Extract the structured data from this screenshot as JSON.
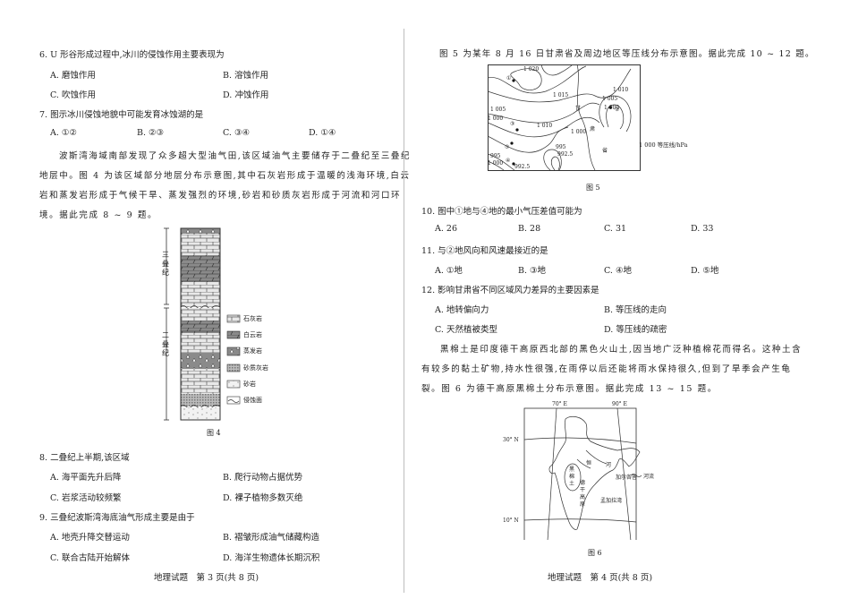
{
  "left_page": {
    "q6": {
      "stem": "6. U 形谷形成过程中,冰川的侵蚀作用主要表现为",
      "options": [
        "A. 磨蚀作用",
        "B. 溶蚀作用",
        "C. 吹蚀作用",
        "D. 冲蚀作用"
      ]
    },
    "q7": {
      "stem": "7. 图示冰川侵蚀地貌中可能发育冰蚀湖的是",
      "options": [
        "A. ①②",
        "B. ②③",
        "C. ③④",
        "D. ①④"
      ]
    },
    "passage_8_9": [
      "波斯湾海域南部发现了众多超大型油气田,该区域油气主要储存于二叠纪至三叠纪",
      "地层中。图 4 为该区域部分地层分布示意图,其中石灰岩形成于温暖的浅海环境,白云",
      "岩和蒸发岩形成于气候干旱、蒸发强烈的环境,砂岩和砂质灰岩形成于河流和河口环",
      "境。据此完成 8 ~ 9 题。"
    ],
    "figure4": {
      "caption": "图 4",
      "period_labels": [
        {
          "label": "三叠纪"
        },
        {
          "label": "二叠纪"
        }
      ],
      "legend": [
        {
          "label": "石灰岩",
          "pattern": "limestone"
        },
        {
          "label": "白云岩",
          "pattern": "dolomite"
        },
        {
          "label": "蒸发岩",
          "pattern": "evaporite"
        },
        {
          "label": "砂质灰岩",
          "pattern": "sandy-limestone"
        },
        {
          "label": "砂岩",
          "pattern": "sandstone"
        },
        {
          "label": "侵蚀面",
          "pattern": "erosion-surface"
        }
      ]
    },
    "q8": {
      "stem": "8. 二叠纪上半期,该区域",
      "options": [
        "A. 海平面先升后降",
        "B. 爬行动物占据优势",
        "C. 岩浆活动较频繁",
        "D. 裸子植物多数灭绝"
      ]
    },
    "q9": {
      "stem": "9. 三叠纪波斯湾海底油气形成主要是由于",
      "options": [
        "A. 地壳升降交替运动",
        "B. 褶皱形成油气储藏构造",
        "C. 联合古陆开始解体",
        "D. 海洋生物遗体长期沉积"
      ]
    },
    "footer": "地理试题　第 3 页(共 8 页)"
  },
  "right_page": {
    "intro_10_12": "图 5 为某年 8 月 16 日甘肃省及周边地区等压线分布示意图。据此完成 10 ~ 12 题。",
    "figure5": {
      "caption": "图 5",
      "isobar_labels": [
        "1 020",
        "1 015",
        "1 010",
        "1 010",
        "1 005",
        "1 005",
        "1 000",
        "1 000",
        "1 000",
        "1 000",
        "995",
        "995",
        "992.5",
        "992.5"
      ],
      "points": [
        "①",
        "②",
        "③",
        "④",
        "⑤"
      ],
      "place_labels": [
        "甘",
        "肃",
        "省"
      ],
      "legend": "1 000 等压线/hPa"
    },
    "q10": {
      "stem": "10. 图中①地与④地的最小气压差值可能为",
      "options": [
        "A. 26",
        "B. 28",
        "C. 31",
        "D. 33"
      ]
    },
    "q11": {
      "stem": "11. 与②地风向和风速最接近的是",
      "options": [
        "A. ①地",
        "B. ③地",
        "C. ④地",
        "D. ⑤地"
      ]
    },
    "q12": {
      "stem": "12. 影响甘肃省不同区域风力差异的主要因素是",
      "options": [
        "A. 地转偏向力",
        "B. 等压线的走向",
        "C. 天然植被类型",
        "D. 等压线的疏密"
      ]
    },
    "passage_13_15": [
      "黑棉土是印度德干高原西北部的黑色火山土,因当地广泛种植棉花而得名。这种土含",
      "有较多的黏土矿物,持水性很强,在雨停以后还能将雨水保持很久,但到了旱季会产生龟",
      "裂。图 6 为德干高原黑棉土分布示意图。据此完成 13 ~ 15 题。"
    ],
    "figure6": {
      "caption": "图 6",
      "lon_labels": [
        "70° E",
        "90° E"
      ],
      "lat_labels": [
        "30° N",
        "10° N"
      ],
      "place_labels": {
        "ganges_1": "恒",
        "ganges_2": "河",
        "black_soil_1": "黑",
        "black_soil_2": "棉",
        "black_soil_3": "土",
        "deccan_1": "德",
        "deccan_2": "干",
        "deccan_3": "高",
        "deccan_4": "原",
        "bay": "孟加拉湾",
        "city": "加尔各答"
      },
      "legend": "河流"
    },
    "footer": "地理试题　第 4 页(共 8 页)"
  }
}
